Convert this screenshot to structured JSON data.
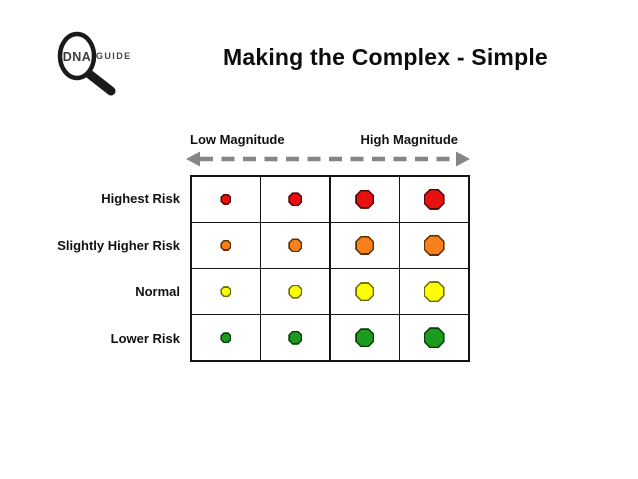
{
  "slide": {
    "title": "Making the Complex - Simple",
    "background": "#ffffff"
  },
  "logo": {
    "lens_text": "DNA",
    "side_text": "GUIDE",
    "color": "#1a1a1a",
    "text_color": "#3d3d3d"
  },
  "chart_data": {
    "type": "scatter",
    "subtype": "risk-magnitude bubble matrix",
    "title": "Making the Complex - Simple",
    "marker_shape": "octagon",
    "x_header_left": "Low Magnitude",
    "x_header_right": "High Magnitude",
    "columns": [
      1,
      2,
      3,
      4
    ],
    "marker_sizes_px": [
      8,
      11,
      16,
      18
    ],
    "rows": [
      {
        "label": "Highest Risk",
        "fill": "#e81111",
        "stroke": "#4e0404"
      },
      {
        "label": "Slightly Higher Risk",
        "fill": "#f5801c",
        "stroke": "#5c3003"
      },
      {
        "label": "Normal",
        "fill": "#fdfd05",
        "stroke": "#6e6e05"
      },
      {
        "label": "Lower Risk",
        "fill": "#1d9a20",
        "stroke": "#053f05"
      }
    ],
    "arrow_color": "#858585",
    "grid": {
      "rows": 4,
      "cols": 4,
      "line_color": "#141414",
      "cell_background": "#ffffff"
    },
    "legend_position": "none",
    "grid_visible": true
  }
}
